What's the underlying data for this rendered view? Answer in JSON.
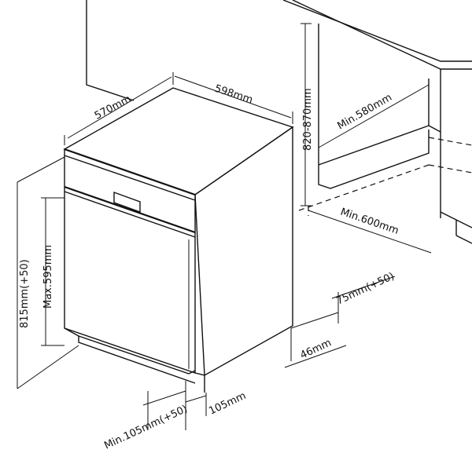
{
  "dimensions": {
    "depth": "570mm",
    "width": "598mm",
    "niche_height": "820-870mm",
    "niche_depth": "Min.580mm",
    "niche_width": "Min.600mm",
    "total_height": "815mm(+50)",
    "door_height": "Max.595mm",
    "plinth_height": "75mm(+50)",
    "plinth_gap": "46mm",
    "plinth_recess": "105mm",
    "plinth_bottom": "Min.105mm(+50)"
  }
}
